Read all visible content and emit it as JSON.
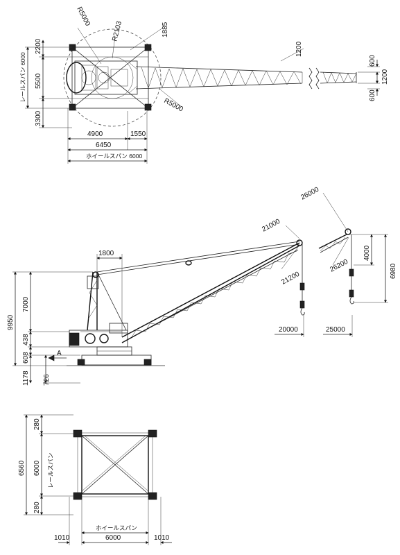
{
  "plan_view": {
    "radius_outer_top": "R5000",
    "radius_inner": "R2103",
    "radius_outer_bottom": "R5000",
    "dim_1885": "1885",
    "dim_1200_boom": "1200",
    "rail_span_label": "レールスパン 6000",
    "dim_2200": "2200",
    "dim_5500": "5500",
    "dim_3300": "3300",
    "dim_4900": "4900",
    "dim_1550": "1550",
    "dim_6450": "6450",
    "wheel_span_label": "ホイールスパン 6000",
    "tip_dim_600_top": "600",
    "tip_dim_1200": "1200",
    "tip_dim_600_bottom": "600"
  },
  "side_view": {
    "dim_26000": "26000",
    "dim_21000": "21000",
    "dim_1800": "1800",
    "dim_21200": "21200",
    "dim_26200": "26200",
    "dim_4000": "4000",
    "dim_6980": "6980",
    "dim_20000": "20000",
    "dim_25000": "25000",
    "dim_9950": "9950",
    "dim_7000": "7000",
    "dim_438": "438",
    "dim_608": "608",
    "dim_1178": "1178",
    "dim_726": "726",
    "view_mark": "A"
  },
  "base_view": {
    "dim_280_top": "280",
    "dim_6560": "6560",
    "dim_6000": "6000",
    "rail_span_label": "レールスパン",
    "dim_280_bottom": "280",
    "wheel_span_label": "ホイールスパン",
    "dim_1010_left": "1010",
    "dim_6000_bottom": "6000",
    "dim_1010_right": "1010"
  }
}
